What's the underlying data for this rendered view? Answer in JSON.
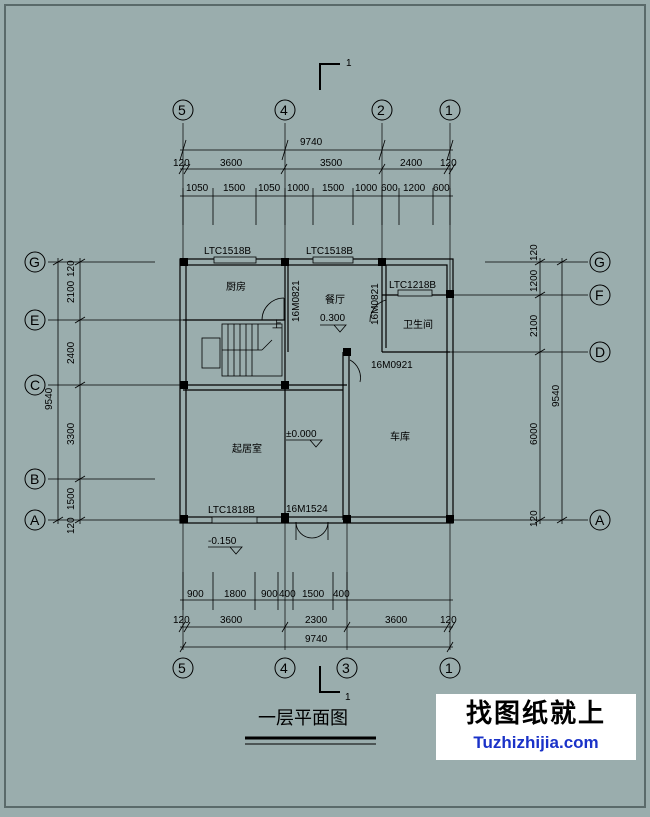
{
  "plan": {
    "title": "一层平面图",
    "section_mark": "1",
    "rooms": {
      "kitchen": "厨房",
      "dining": "餐厅",
      "bathroom": "卫生间",
      "living": "起居室",
      "garage": "车库"
    },
    "stair_up": "上",
    "levels": {
      "dining": "0.300",
      "living": "±0.000",
      "outside": "-0.150"
    },
    "windows": {
      "w1": "LTC1518B",
      "w2": "LTC1518B",
      "w3": "LTC1218B",
      "w4": "LTC1818B"
    },
    "doors": {
      "d1": "16M0821",
      "d2": "16M0821",
      "d3": "16M0921",
      "d4": "16M1524"
    },
    "axes_top": [
      "5",
      "4",
      "2",
      "1"
    ],
    "axes_bottom": [
      "5",
      "4",
      "3",
      "1"
    ],
    "axes_left": [
      "G",
      "E",
      "C",
      "B",
      "A"
    ],
    "axes_right": [
      "G",
      "F",
      "D",
      "A"
    ],
    "dims_top": {
      "total": "9740",
      "row2": [
        "120",
        "3600",
        "3500",
        "2400",
        "120"
      ],
      "row3": [
        "1050",
        "1500",
        "1050",
        "1000",
        "1500",
        "1000",
        "600",
        "1200",
        "600"
      ]
    },
    "dims_bottom": {
      "row1": [
        "900",
        "1800",
        "900",
        "400",
        "1500",
        "400"
      ],
      "row2": [
        "120",
        "3600",
        "2300",
        "3600",
        "120"
      ],
      "total": "9740"
    },
    "dims_left": {
      "segments": [
        "120",
        "2100",
        "2400",
        "3300",
        "1500",
        "120"
      ],
      "total": "9540"
    },
    "dims_right": {
      "segments": [
        "120",
        "1200",
        "2100",
        "6000",
        "120"
      ],
      "total": "9540"
    }
  },
  "watermark": {
    "cn": "找图纸就上",
    "en": "Tuzhizhijia.com"
  }
}
